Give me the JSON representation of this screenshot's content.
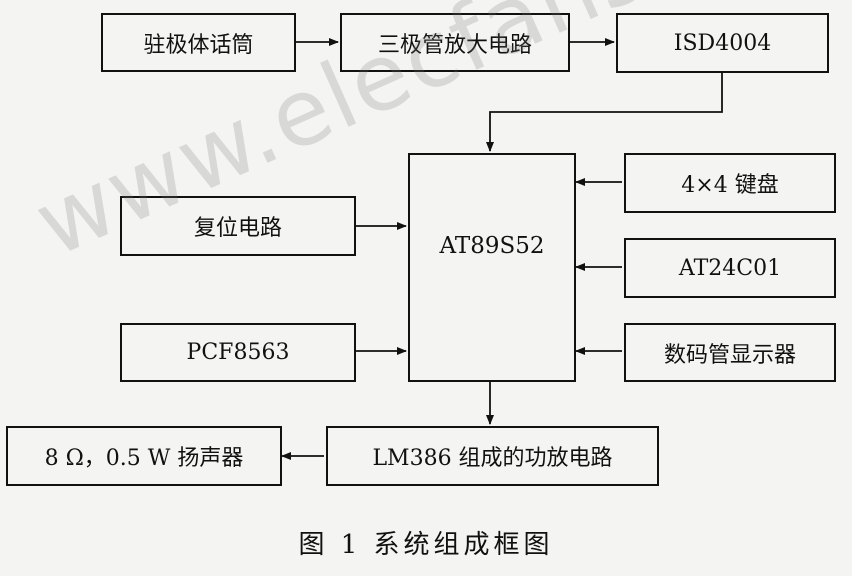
{
  "blocks": {
    "electret_mic": "驻极体话筒",
    "triode_amp": "三极管放大电路",
    "isd4004": "ISD4004",
    "mcu": "AT89S52",
    "keypad": "4×4  键盘",
    "reset": "复位电路",
    "eeprom": "AT24C01",
    "rtc": "PCF8563",
    "display": "数码管显示器",
    "power_amp": "LM386 组成的功放电路",
    "speaker": "8  Ω，0.5 W 扬声器"
  },
  "watermark": "www.elecfans.com",
  "caption": "图 1    系统组成框图"
}
